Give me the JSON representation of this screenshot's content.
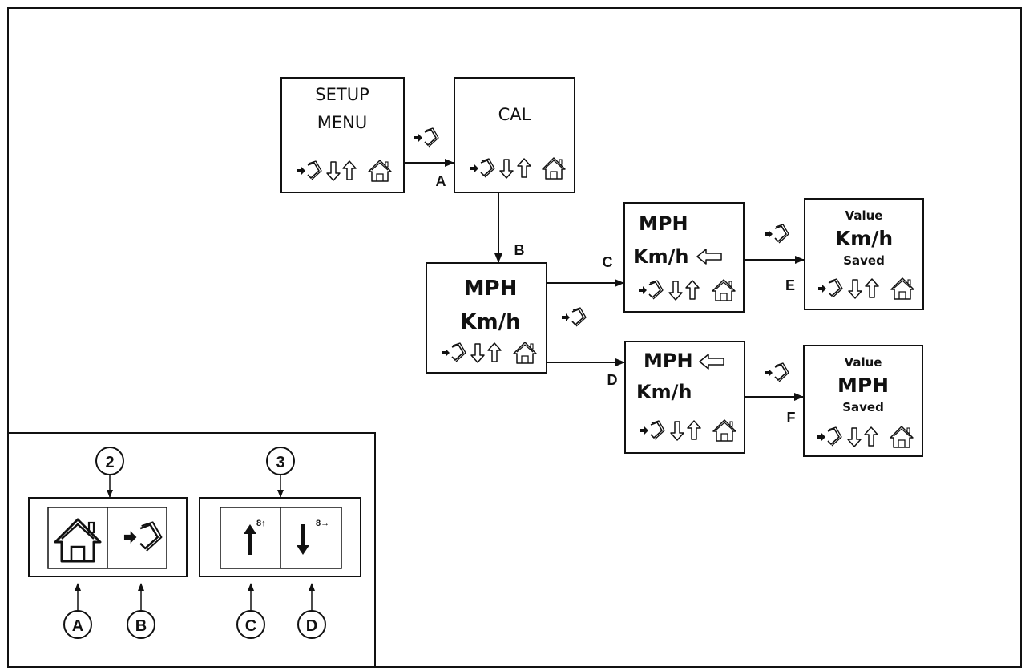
{
  "icons": {
    "enter": "enter-icon",
    "down": "down-arrow-icon",
    "up": "up-arrow-icon",
    "home": "home-icon",
    "pointer": "left-pointer-arrow-icon"
  },
  "screens": {
    "setup": {
      "line1": "SETUP",
      "line2": "MENU"
    },
    "cal": {
      "line1": "CAL"
    },
    "units": {
      "line1": "MPH",
      "line2": "Km/h"
    },
    "kmh_select": {
      "line1": "MPH",
      "line2": "Km/h"
    },
    "mph_select": {
      "line1": "MPH",
      "line2": "Km/h"
    },
    "kmh_saved": {
      "line1": "Value",
      "line2": "Km/h",
      "line3": "Saved"
    },
    "mph_saved": {
      "line1": "Value",
      "line2": "MPH",
      "line3": "Saved"
    }
  },
  "flow_labels": {
    "a": "A",
    "b": "B",
    "c": "C",
    "d": "D",
    "e": "E",
    "f": "F"
  },
  "legend": {
    "group2": "2",
    "group3": "3",
    "up_sub": "8↑",
    "down_sub": "8→",
    "callouts": {
      "a": "A",
      "b": "B",
      "c": "C",
      "d": "D"
    }
  }
}
